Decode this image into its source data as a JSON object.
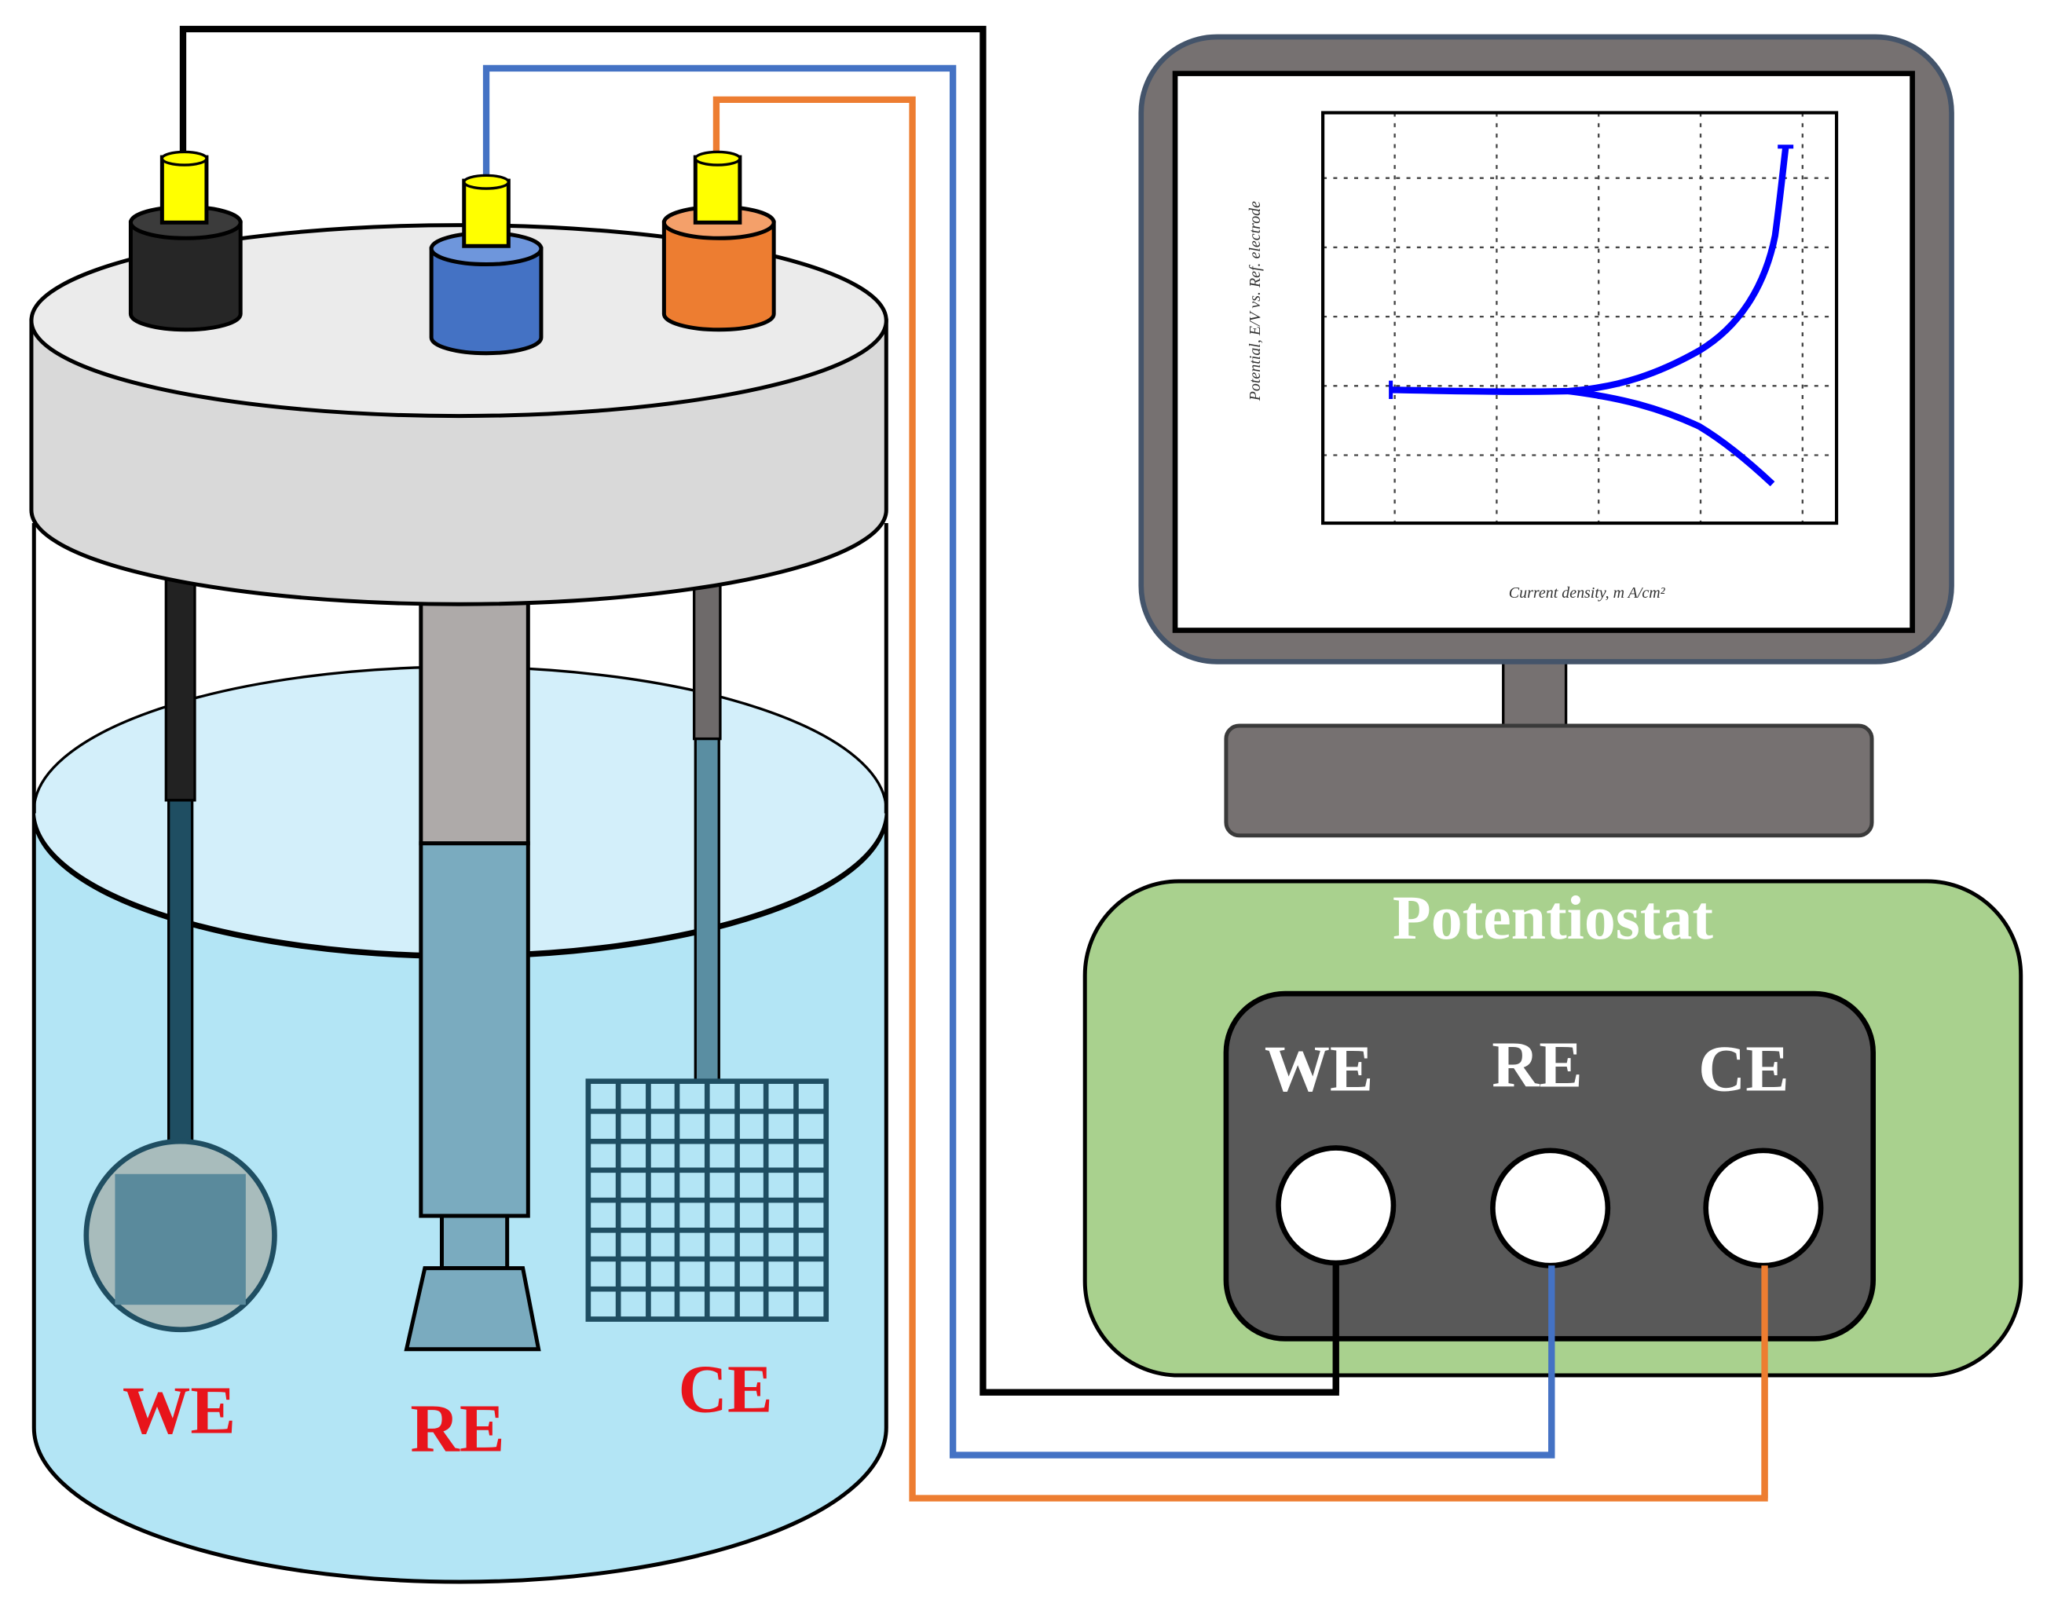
{
  "cell": {
    "electrodes": [
      {
        "id": "WE",
        "label": "WE"
      },
      {
        "id": "RE",
        "label": "RE"
      },
      {
        "id": "CE",
        "label": "CE"
      }
    ]
  },
  "potentiostat": {
    "title": "Potentiostat",
    "ports": [
      {
        "id": "WE",
        "label": "WE"
      },
      {
        "id": "RE",
        "label": "RE"
      },
      {
        "id": "CE",
        "label": "CE"
      }
    ]
  },
  "monitor": {
    "plot": {
      "ylabel": "Potential, E/V vs. Ref. electrode",
      "xlabel": "Current density, m A/cm²"
    }
  },
  "colors": {
    "we_wire": "#000000",
    "re_wire": "#4472c4",
    "ce_wire": "#ed7d31",
    "solution": "#b3e5f5",
    "potentiostat_body": "#a9d18e",
    "port_panel": "#595959",
    "curve": "#0000ff",
    "label_red": "#e8141b"
  },
  "icons": [
    "electrochemical-cell",
    "monitor",
    "potentiostat",
    "polarization-curve"
  ]
}
